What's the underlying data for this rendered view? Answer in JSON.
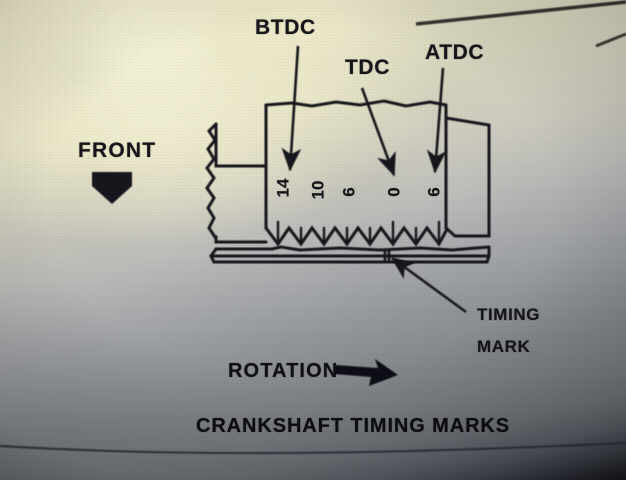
{
  "figure": {
    "caption": "CRANKSHAFT TIMING MARKS",
    "annotations": {
      "btdc": "BTDC",
      "tdc": "TDC",
      "atdc": "ATDC",
      "front": "FRONT",
      "rotation": "ROTATION",
      "timing_mark_line1": "TIMING",
      "timing_mark_line2": "MARK"
    },
    "scale": {
      "label": "crankshaft-pulley-degree-scale",
      "digits": [
        "14",
        "10",
        "6",
        "0",
        "6"
      ],
      "notch_count": 8,
      "units": "degrees"
    },
    "icons": {
      "front_arrow": "down-arrow-icon",
      "rotation_arrow": "right-arrow-icon",
      "btdc_leader": "leader-arrow-icon",
      "tdc_leader": "leader-arrow-icon",
      "atdc_leader": "leader-arrow-icon",
      "timing_mark_leader": "leader-arrow-icon"
    },
    "colors": {
      "ink": "#16161a",
      "paper_warm": "#e9e6cb",
      "paper_cool": "#86898d",
      "shadow": "#1b1c24"
    }
  }
}
